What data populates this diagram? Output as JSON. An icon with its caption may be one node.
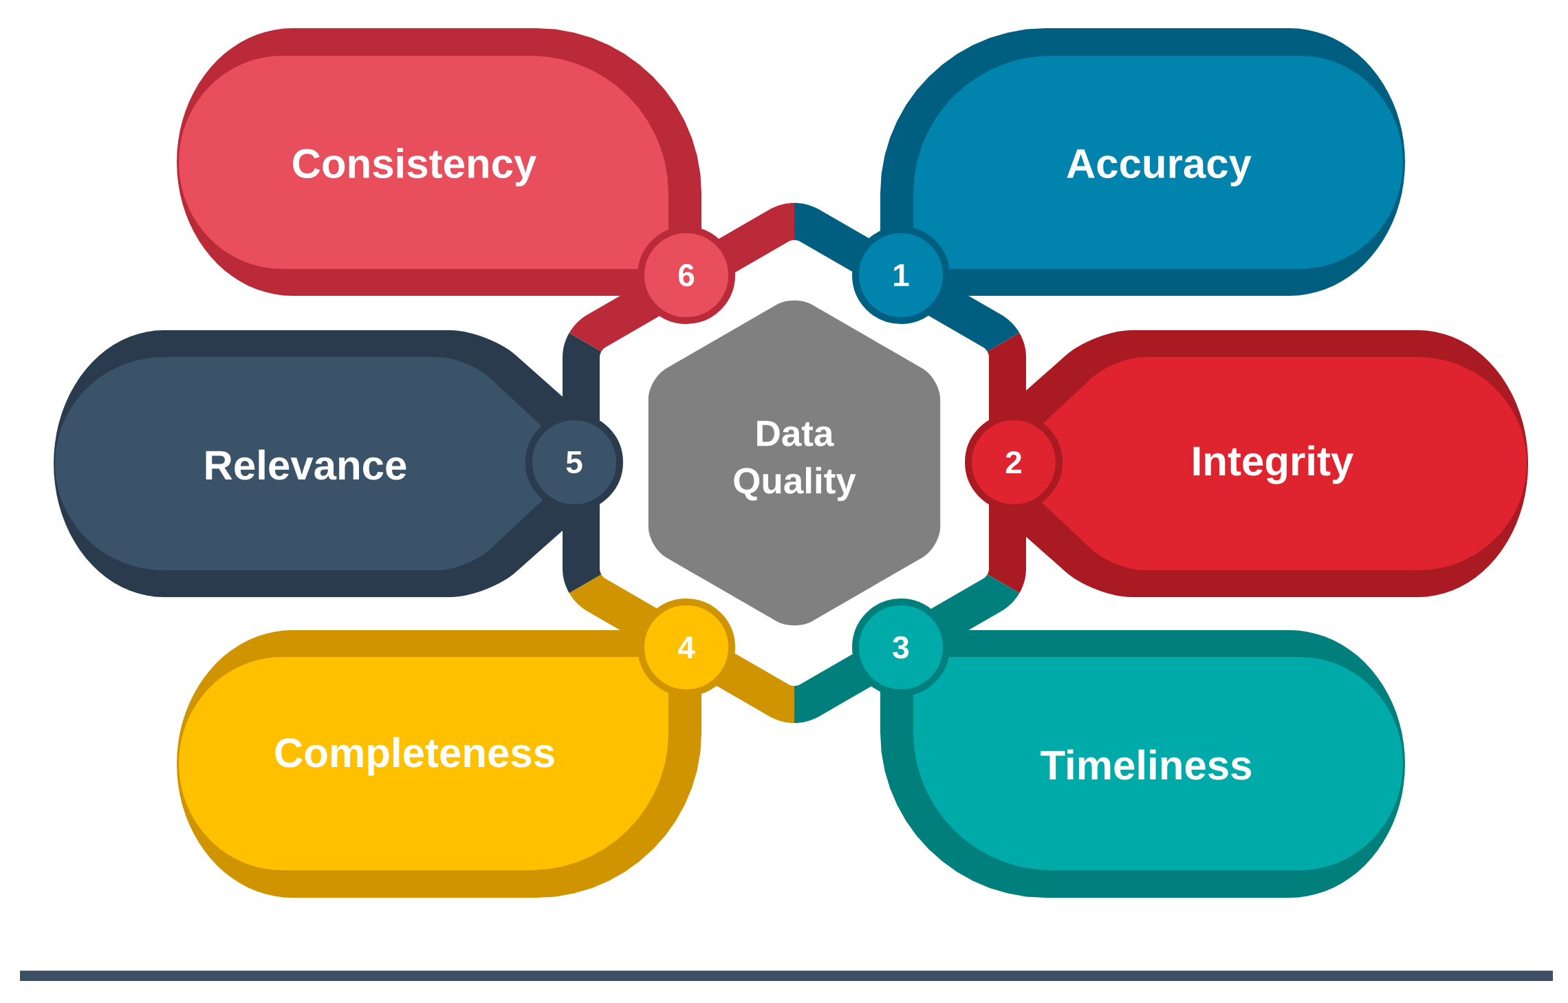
{
  "diagram": {
    "nodes": [
      {
        "text": [
          "Data Quality"
        ]
      },
      {
        "text": [
          "1"
        ]
      },
      {
        "text": [
          "Accuracy"
        ]
      },
      {
        "text": [
          "2"
        ]
      },
      {
        "text": [
          "Integrity"
        ]
      },
      {
        "text": [
          "3"
        ]
      },
      {
        "text": [
          "Timeliness"
        ]
      },
      {
        "text": [
          "4"
        ]
      },
      {
        "text": [
          "Completeness"
        ]
      },
      {
        "text": [
          "5"
        ]
      },
      {
        "text": [
          "Relevance"
        ]
      },
      {
        "text": [
          "6"
        ]
      },
      {
        "text": [
          "Consistency"
        ]
      },
      {
        "text": [],
        "shape": "bar"
      }
    ]
  }
}
